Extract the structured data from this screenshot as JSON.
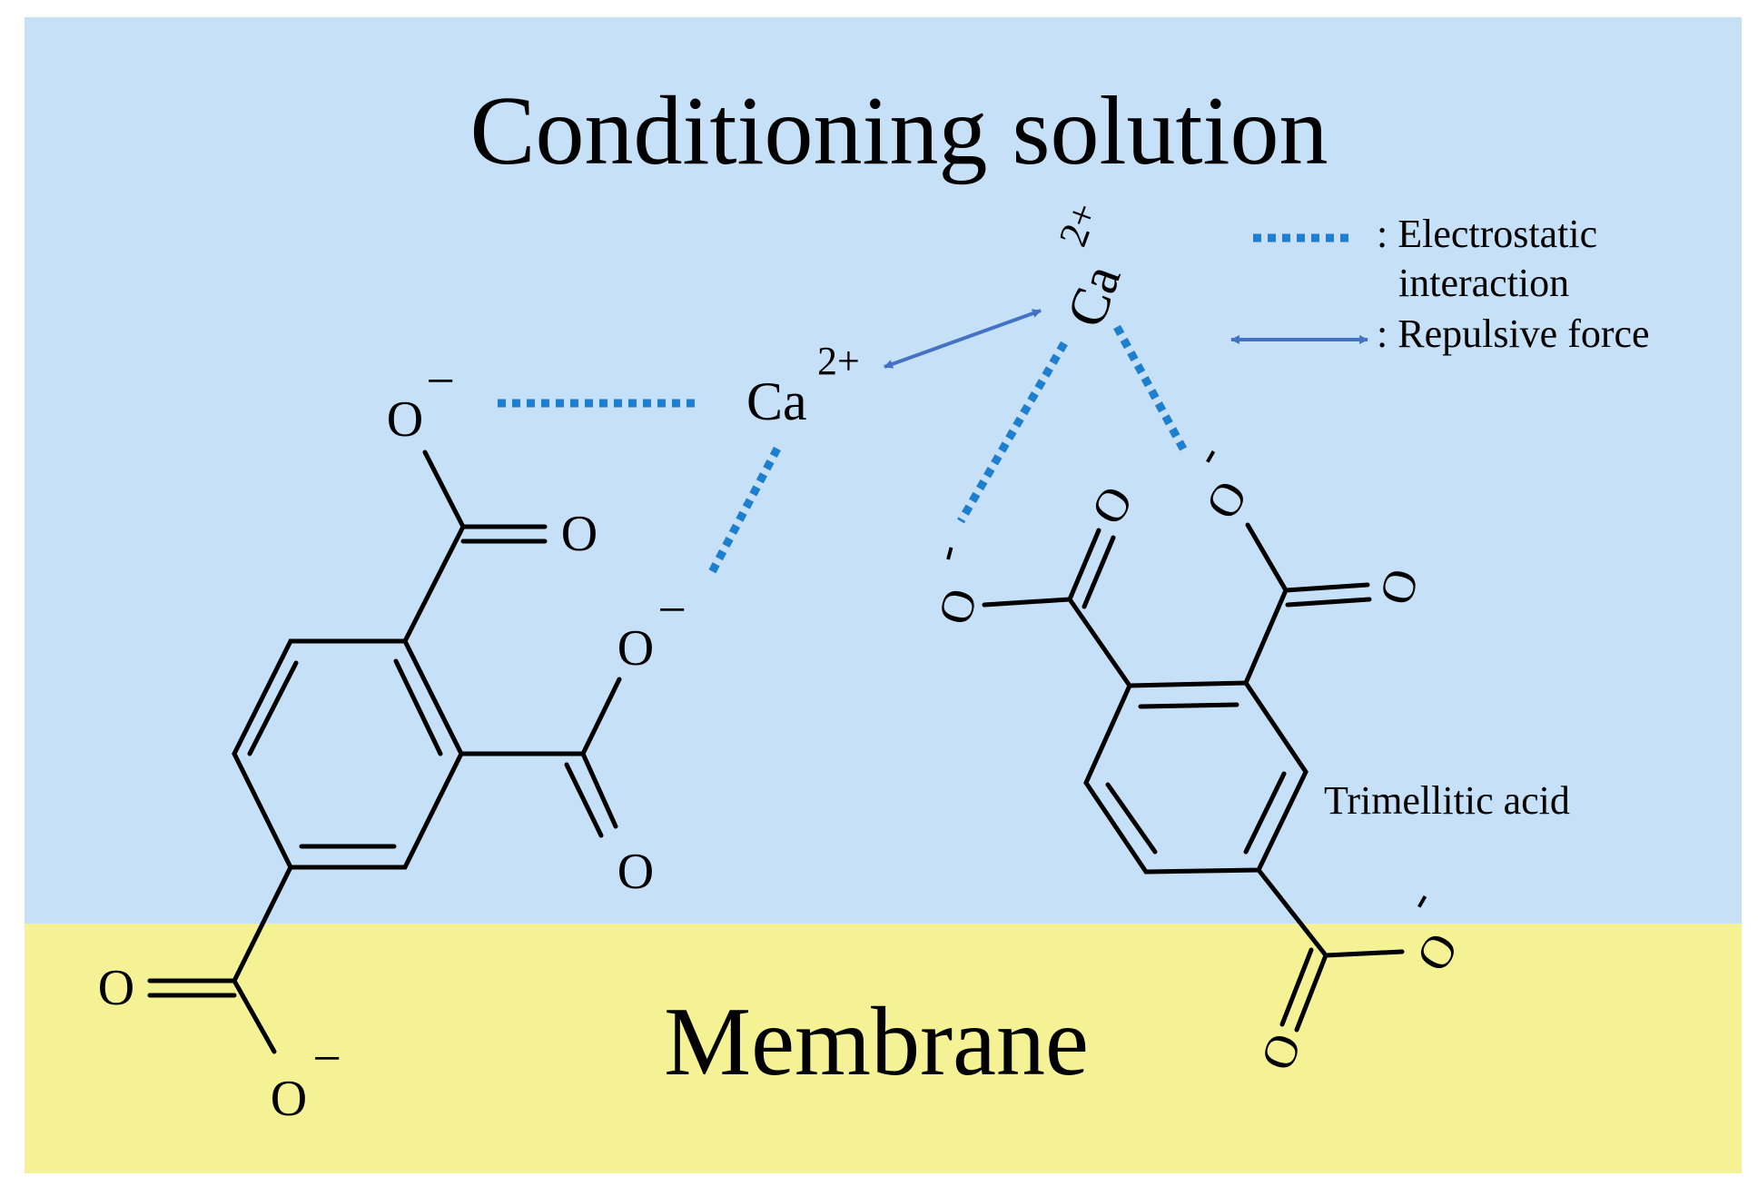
{
  "regions": {
    "solution": {
      "label": "Conditioning solution",
      "color": "#c5e0f7"
    },
    "membrane": {
      "label": "Membrane",
      "color": "#f4f294"
    }
  },
  "legend": {
    "electrostatic": {
      "label": ": Electrostatic",
      "label_line2": "interaction"
    },
    "repulsive": {
      "label": ": Repulsive force"
    }
  },
  "molecule_label": "Trimellitic acid",
  "ions": {
    "element": "Ca",
    "charge": "2+"
  },
  "atoms": {
    "oxygen": "O",
    "minus": "−",
    "minus_short": "-"
  },
  "colors": {
    "bond": "#000000",
    "electrostatic": "#1f7fcf",
    "repulsive": "#4472c4",
    "text": "#000000"
  },
  "icons": {
    "electrostatic": "dotted-line-icon",
    "repulsive": "double-arrow-icon"
  }
}
